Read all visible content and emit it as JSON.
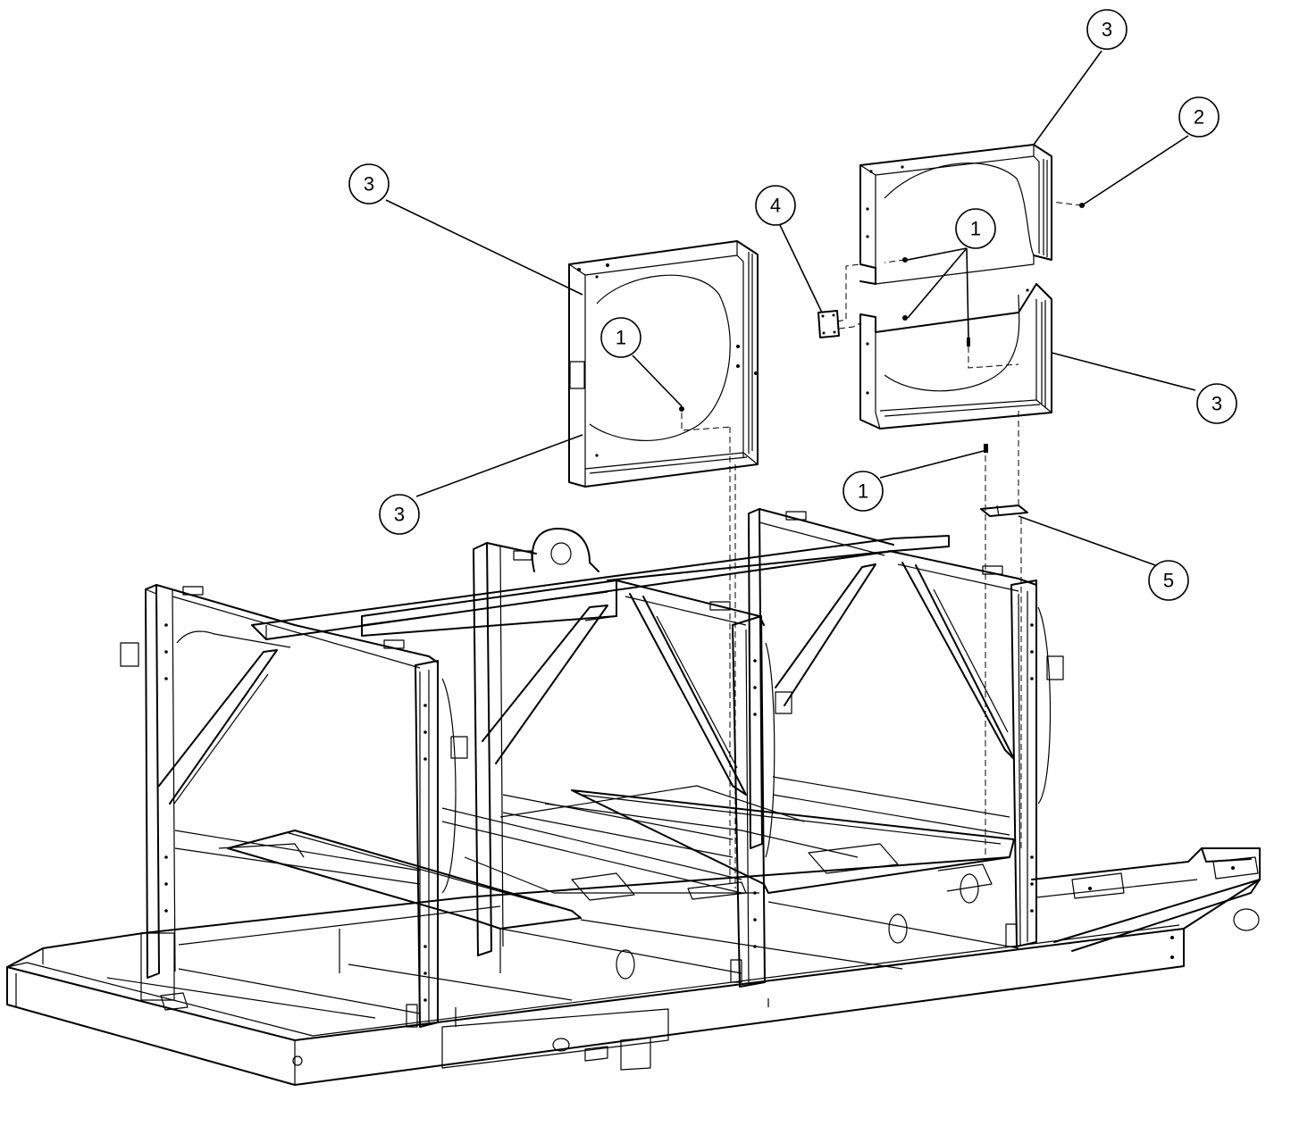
{
  "callouts": [
    {
      "id": "c3-top-right",
      "label": "3"
    },
    {
      "id": "c2",
      "label": "2"
    },
    {
      "id": "c3-left-upper",
      "label": "3"
    },
    {
      "id": "c4",
      "label": "4"
    },
    {
      "id": "c1-right-upper",
      "label": "1"
    },
    {
      "id": "c1-left",
      "label": "1"
    },
    {
      "id": "c3-right-mid",
      "label": "3"
    },
    {
      "id": "c1-mid",
      "label": "1"
    },
    {
      "id": "c3-left-lower",
      "label": "3"
    },
    {
      "id": "c5",
      "label": "5"
    }
  ],
  "colors": {
    "ink": "#000000",
    "paper": "#ffffff"
  }
}
